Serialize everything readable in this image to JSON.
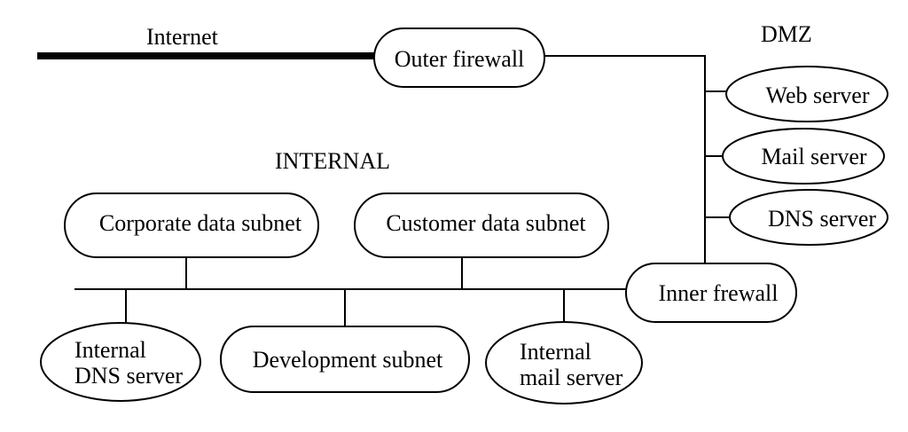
{
  "labels": {
    "internet": "Internet",
    "dmz": "DMZ",
    "internal": "INTERNAL"
  },
  "nodes": {
    "outer_firewall": "Outer firewall",
    "web_server": "Web server",
    "mail_server": "Mail server",
    "dns_server": "DNS server",
    "inner_firewall": "Inner frewall",
    "corporate_data_subnet": "Corporate data subnet",
    "customer_data_subnet": "Customer data subnet",
    "development_subnet": "Development subnet",
    "internal_dns_server": [
      "Internal",
      "DNS server"
    ],
    "internal_mail_server": [
      "Internal",
      "mail server"
    ]
  }
}
